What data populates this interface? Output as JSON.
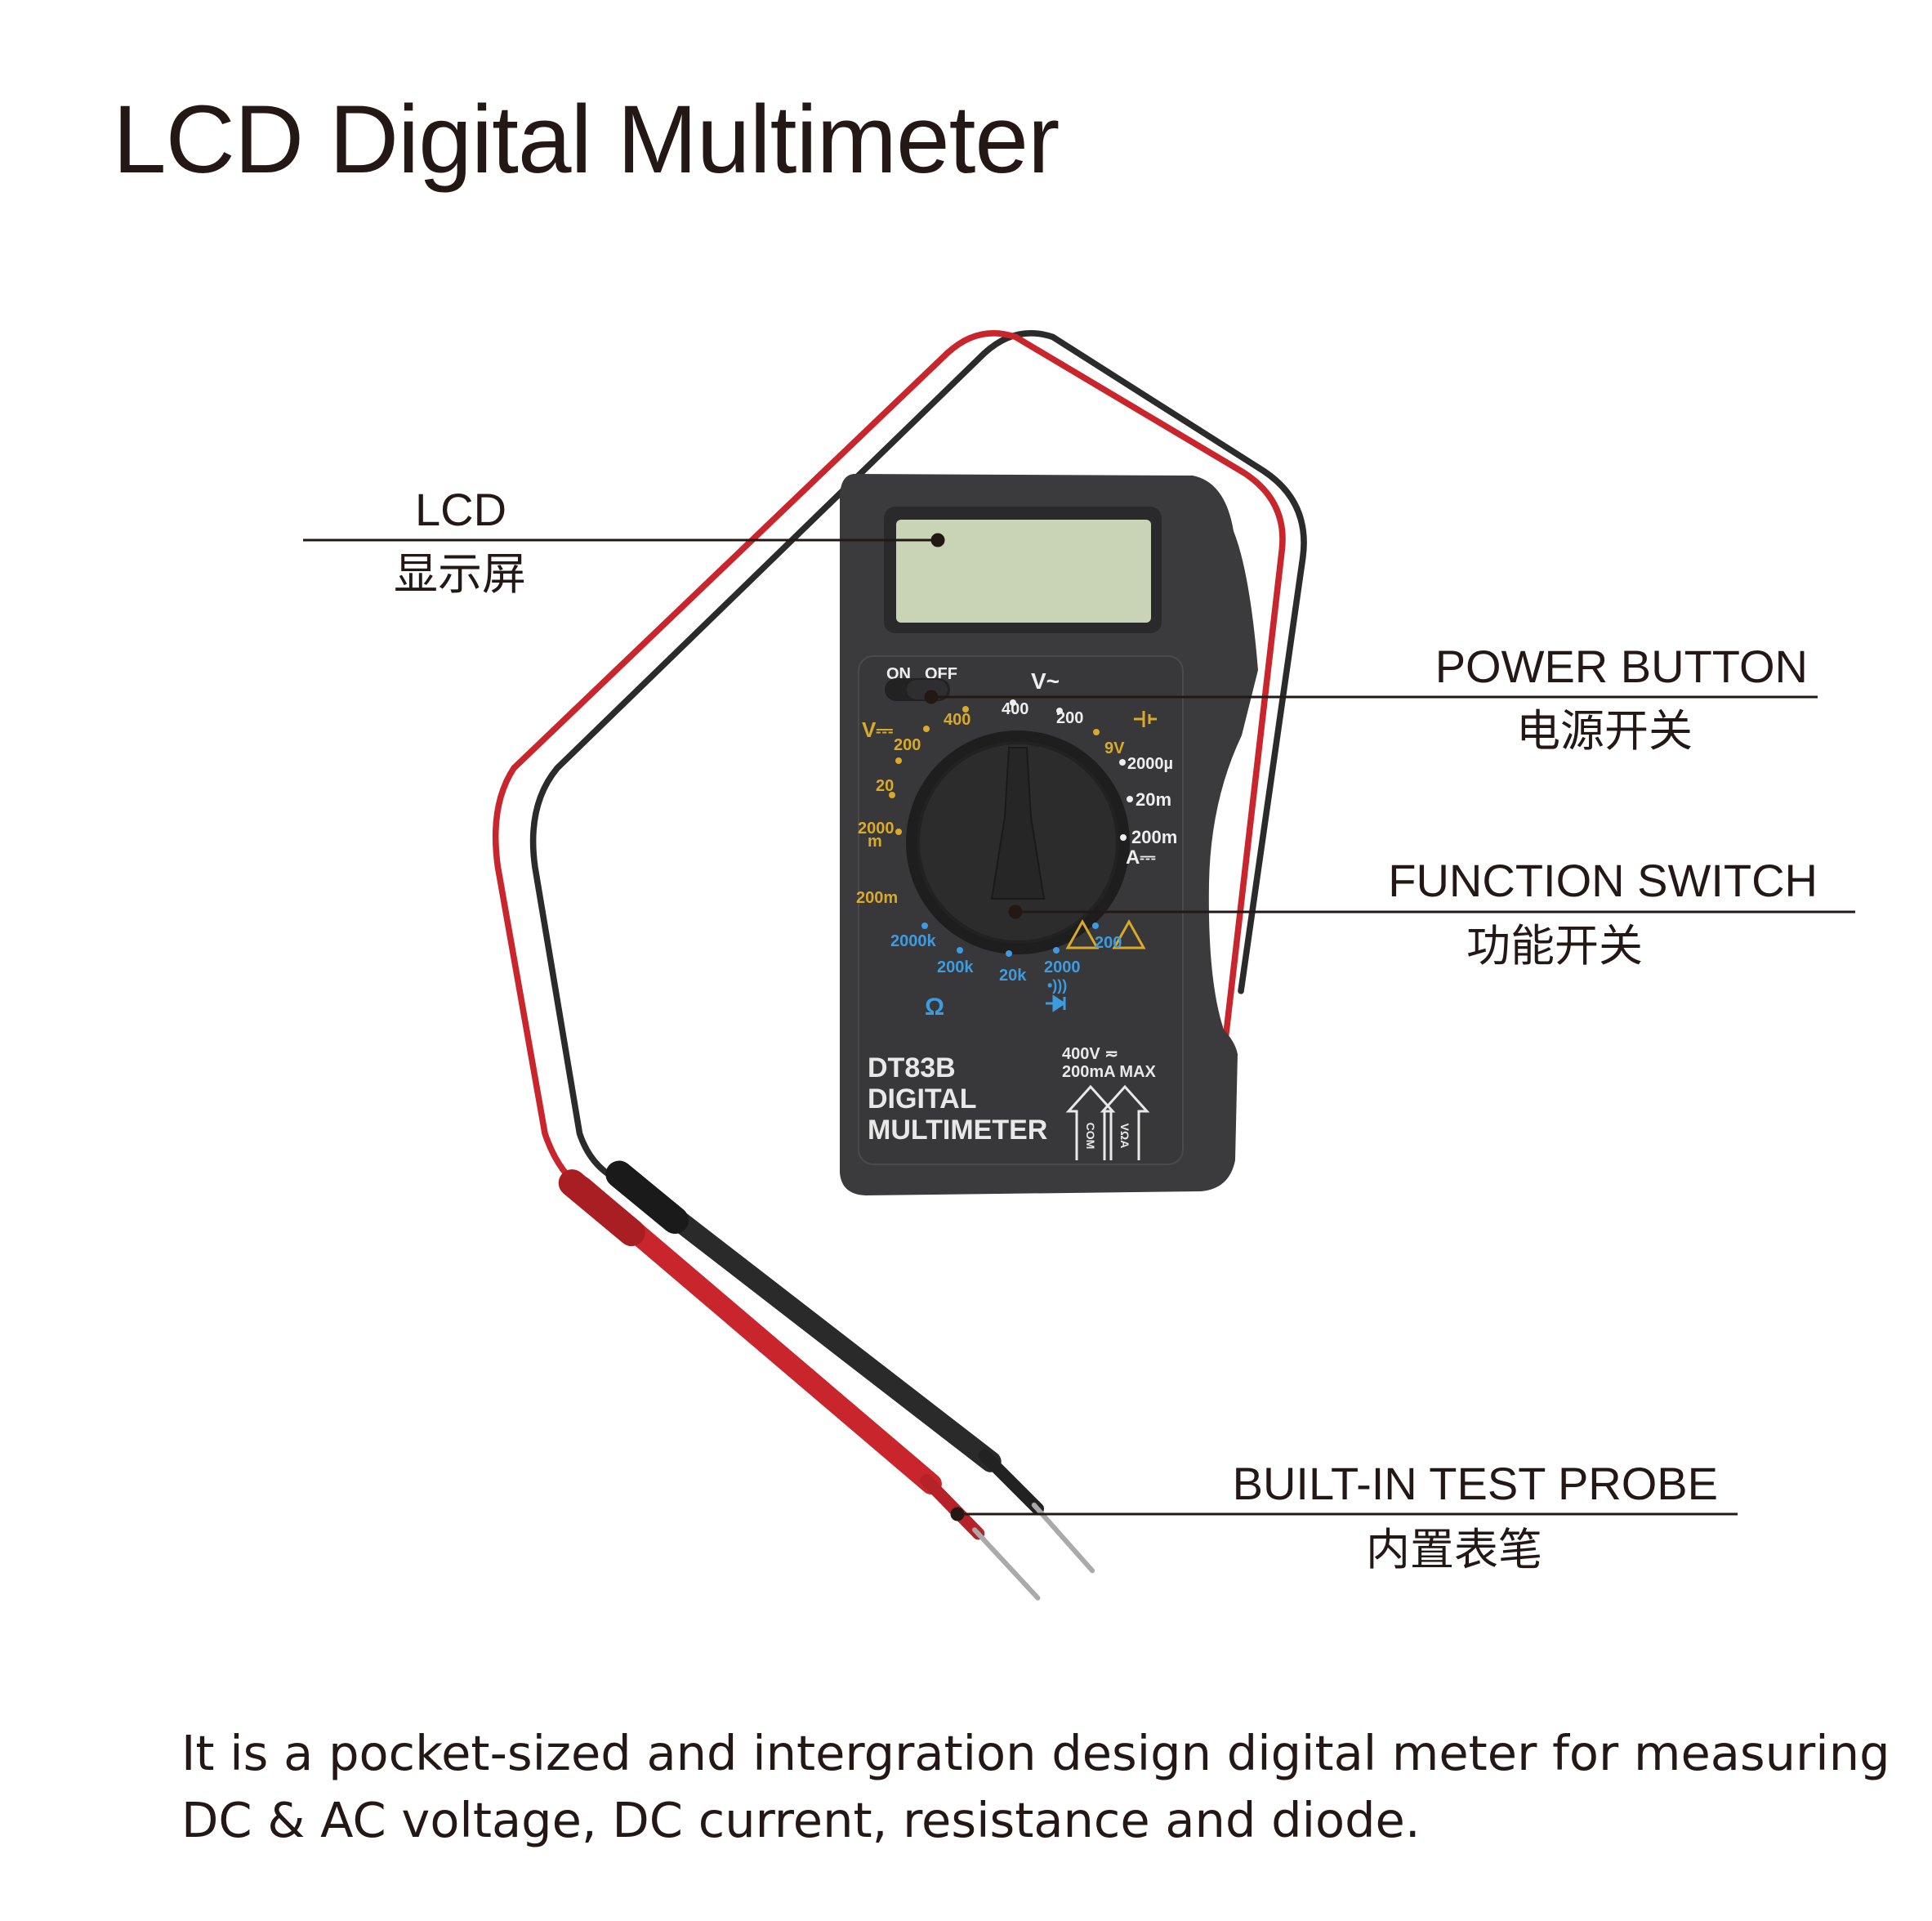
{
  "title": "LCD Digital Multimeter",
  "callouts": {
    "lcd": {
      "en": "LCD",
      "zh": "显示屏"
    },
    "power": {
      "en": "POWER BUTTON",
      "zh": "电源开关"
    },
    "function": {
      "en": "FUNCTION SWITCH",
      "zh": "功能开关"
    },
    "probe": {
      "en": "BUILT-IN TEST PROBE",
      "zh": "内置表笔"
    }
  },
  "device": {
    "on": "ON",
    "off": "OFF",
    "vac": "V~",
    "vac_400": "400",
    "vac_200": "200",
    "vdc": "V⎓",
    "vdc_400": "400",
    "vdc_200": "200",
    "vdc_20": "20",
    "vdc_2000": "2000",
    "vdc_2000_unit": "m",
    "vdc_200m": "200m",
    "batt": "9V",
    "a_2000u": "2000µ",
    "a_20m": "20m",
    "a_200m": "200m",
    "adc": "A⎓",
    "r_200": "200",
    "r_2000": "2000",
    "r_20k": "20k",
    "r_200k": "200k",
    "r_2000k": "2000k",
    "ohm": "Ω",
    "continuity": "•)))",
    "max1": "400V ≂",
    "max2": "200mA MAX",
    "model": "DT83B",
    "line2": "DIGITAL",
    "line3": "MULTIMETER",
    "com": "COM",
    "vohm": "VΩA"
  },
  "description": {
    "line1": "It is a pocket-sized and intergration design digital meter for measuring",
    "line2": "DC & AC voltage, DC current, resistance and diode."
  },
  "colors": {
    "yellow": "#d9a92a",
    "blue": "#3d9be0",
    "red": "#c8262c",
    "body": "#3a3a3c",
    "lcd": "#c9d4b6"
  }
}
